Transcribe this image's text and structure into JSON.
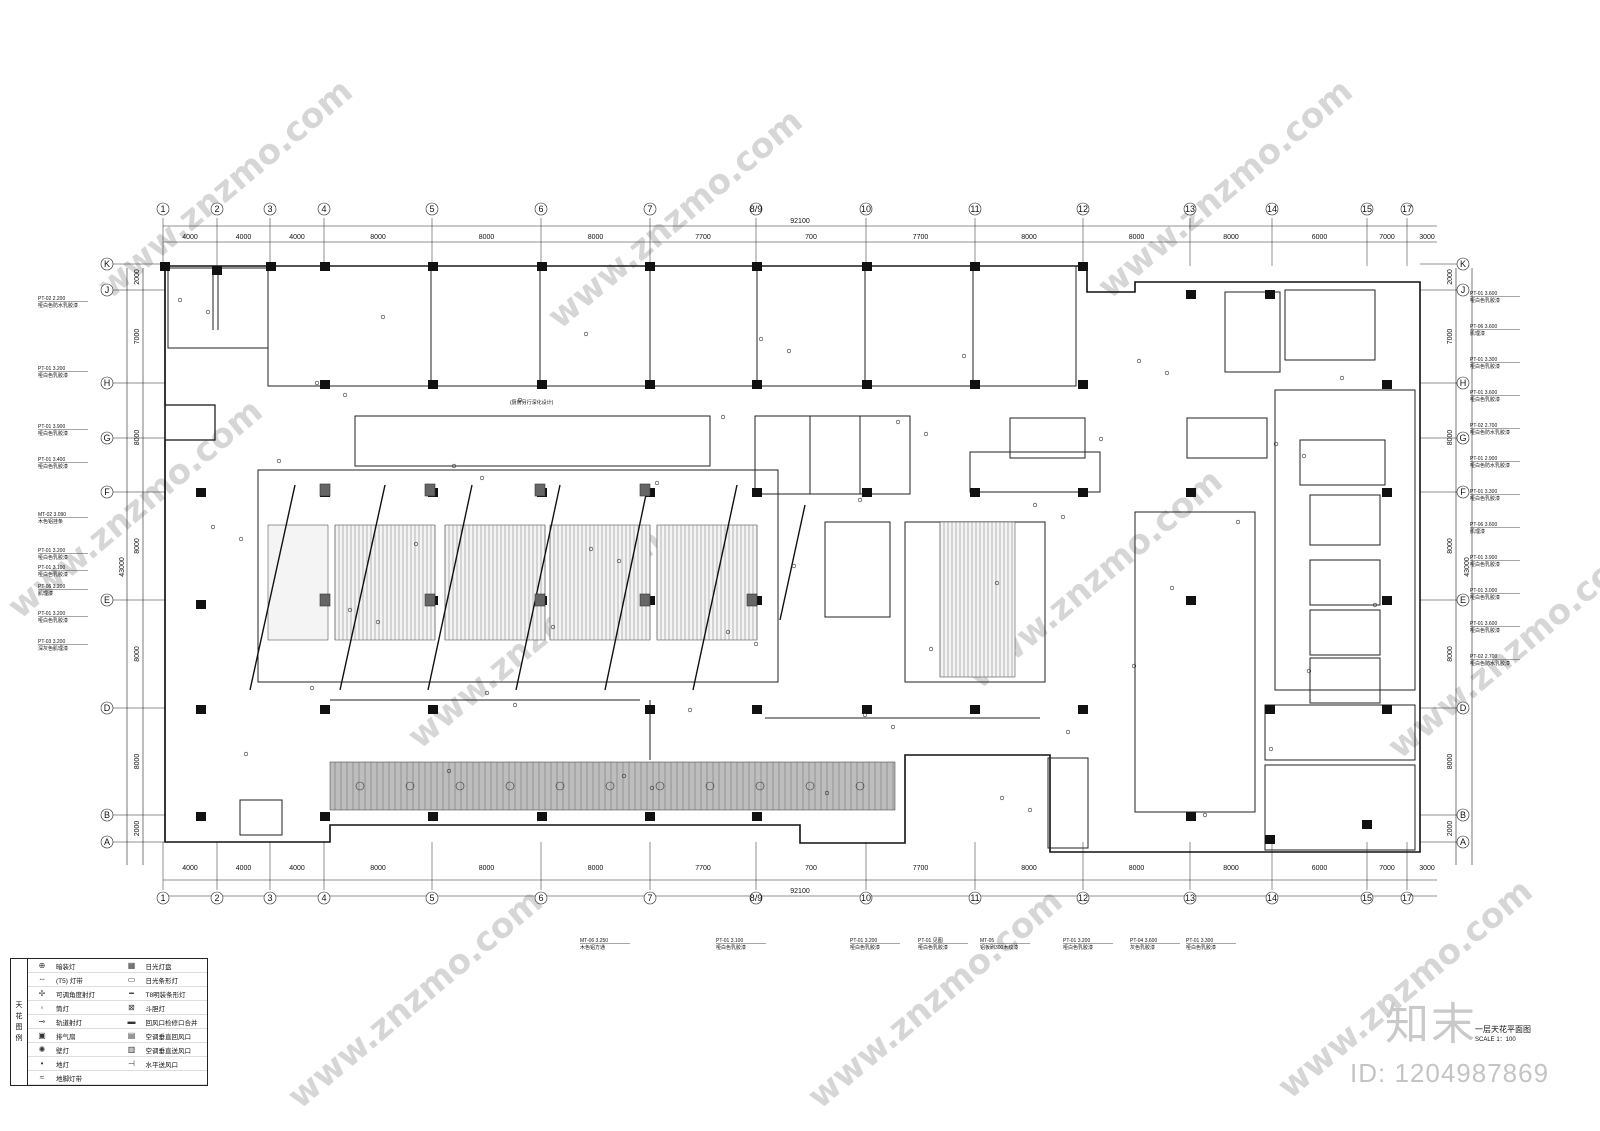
{
  "drawing": {
    "total_dimension": "92100",
    "side_dimension": "43000",
    "plan_title": "一层天花平面图",
    "scale_text": "SCALE 1：100",
    "centre_note": "(厨房另行深化设计)",
    "watermark_text": "www.znzmo.com",
    "logo_text": "知末",
    "id_text": "ID: 1204987869"
  },
  "axes": {
    "columns": [
      "1",
      "2",
      "3",
      "4",
      "5",
      "6",
      "7",
      "8/9",
      "10",
      "11",
      "12",
      "13",
      "14",
      "15",
      "17"
    ],
    "column_spans": [
      "4000",
      "4000",
      "4000",
      "8000",
      "8000",
      "8000",
      "7700",
      "700",
      "7700",
      "8000",
      "8000",
      "8000",
      "6000",
      "7000",
      "3000"
    ],
    "rows": [
      "K",
      "J",
      "H",
      "G",
      "F",
      "E",
      "D",
      "B",
      "A"
    ],
    "row_spans": [
      "2000",
      "7000",
      "8000",
      "8000",
      "8000",
      "8000",
      "2000"
    ]
  },
  "left_callouts": [
    {
      "code": "PT-02  2.200",
      "desc": "哑白色防水乳胶漆"
    },
    {
      "code": "PT-01  3.200",
      "desc": "哑白色乳胶漆"
    },
    {
      "code": "PT-01  3.900",
      "desc": "哑白色乳胶漆"
    },
    {
      "code": "PT-01  3.400",
      "desc": "哑白色乳胶漆"
    },
    {
      "code": "MT-02  3.090",
      "desc": "木色铝挂条"
    },
    {
      "code": "PT-01  3.200",
      "desc": "哑白色乳胶漆"
    },
    {
      "code": "PT-01  3.100",
      "desc": "哑白色乳胶漆"
    },
    {
      "code": "PT-06  3.200",
      "desc": "肌理漆"
    },
    {
      "code": "PT-01  3.200",
      "desc": "哑白色乳胶漆"
    },
    {
      "code": "PT-03  3.200",
      "desc": "深灰色肌理漆"
    }
  ],
  "right_callouts": [
    {
      "code": "PT-01  3.600",
      "desc": "哑白色乳胶漆"
    },
    {
      "code": "PT-06  3.600",
      "desc": "肌理漆"
    },
    {
      "code": "PT-01  3.300",
      "desc": "哑白色乳胶漆"
    },
    {
      "code": "PT-01  3.600",
      "desc": "哑白色乳胶漆"
    },
    {
      "code": "PT-02  2.700",
      "desc": "哑白色防水乳胶漆"
    },
    {
      "code": "PT-01  2.900",
      "desc": "哑白色防水乳胶漆"
    },
    {
      "code": "PT-01  3.300",
      "desc": "哑白色乳胶漆"
    },
    {
      "code": "PT-06  3.600",
      "desc": "肌理漆"
    },
    {
      "code": "PT-01  3.900",
      "desc": "哑白色乳胶漆"
    },
    {
      "code": "PT-01  3.000",
      "desc": "哑白色乳胶漆"
    },
    {
      "code": "PT-01  3.600",
      "desc": "哑白色乳胶漆"
    },
    {
      "code": "PT-02  2.700",
      "desc": "哑白色防水乳胶漆"
    }
  ],
  "bottom_callouts": [
    {
      "code": "MT-06  3.250",
      "desc": "木色铝方通"
    },
    {
      "code": "PT-01  3.100",
      "desc": "哑白色乳胶漆"
    },
    {
      "code": "PT-01  3.200",
      "desc": "哑白色乳胶漆"
    },
    {
      "code": "PT-01  见图",
      "desc": "哑白色乳胶漆"
    },
    {
      "code": "MT-05",
      "desc": "铝板刷300木纹漆"
    },
    {
      "code": "PT-01  3.200",
      "desc": "哑白色乳胶漆"
    },
    {
      "code": "PT-04  3.600",
      "desc": "灰色乳胶漆"
    },
    {
      "code": "PT-01  3.300",
      "desc": "哑白色乳胶漆"
    }
  ],
  "legend": {
    "side_label": [
      "天",
      "花",
      "图",
      "例"
    ],
    "items": [
      {
        "icon": "⊕",
        "label": "暗装灯"
      },
      {
        "icon": "▦",
        "label": "日光灯盘"
      },
      {
        "icon": "┄",
        "label": "(T5) 灯带"
      },
      {
        "icon": "▭",
        "label": "日光条形灯"
      },
      {
        "icon": "✢",
        "label": "可调角度射灯"
      },
      {
        "icon": "━",
        "label": "T8明装条形灯"
      },
      {
        "icon": "◦",
        "label": "筒灯"
      },
      {
        "icon": "⊠",
        "label": "斗胆灯"
      },
      {
        "icon": "⊸",
        "label": "轨道射灯"
      },
      {
        "icon": "▬",
        "label": "回风口检修口合并"
      },
      {
        "icon": "▣",
        "label": "排气扇"
      },
      {
        "icon": "▤",
        "label": "空调垂直回风口"
      },
      {
        "icon": "✺",
        "label": "壁灯"
      },
      {
        "icon": "▥",
        "label": "空调垂直送风口"
      },
      {
        "icon": "•",
        "label": "地灯"
      },
      {
        "icon": "⊣",
        "label": "水平送风口"
      },
      {
        "icon": "≈",
        "label": "地脚灯带"
      },
      {
        "icon": "",
        "label": ""
      }
    ]
  }
}
